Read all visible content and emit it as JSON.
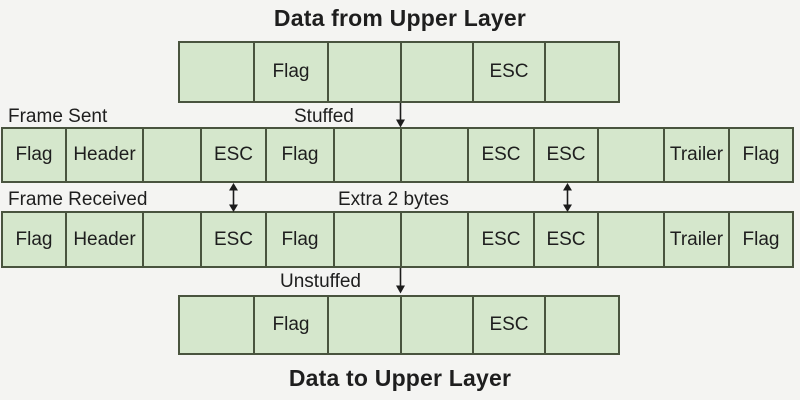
{
  "titles": {
    "top": "Data from Upper Layer",
    "bottom": "Data to Upper Layer"
  },
  "labels": {
    "frame_sent": "Frame Sent",
    "stuffed": "Stuffed",
    "frame_received": "Frame Received",
    "extra_bytes": "Extra 2 bytes",
    "unstuffed": "Unstuffed"
  },
  "rows": [
    {
      "name": "upper-layer-data",
      "cells": [
        "",
        "Flag",
        "",
        "",
        "ESC",
        ""
      ]
    },
    {
      "name": "frame-sent",
      "cells": [
        "Flag",
        "Header",
        "",
        "ESC",
        "Flag",
        "",
        "",
        "ESC",
        "ESC",
        "",
        "Trailer",
        "Flag"
      ]
    },
    {
      "name": "frame-received",
      "cells": [
        "Flag",
        "Header",
        "",
        "ESC",
        "Flag",
        "",
        "",
        "ESC",
        "ESC",
        "",
        "Trailer",
        "Flag"
      ]
    },
    {
      "name": "lower-layer-data",
      "cells": [
        "",
        "Flag",
        "",
        "",
        "ESC",
        ""
      ]
    }
  ],
  "colors": {
    "background": "#f4f4f2",
    "cell_fill": "#d5e7cc",
    "cell_border": "#49543e",
    "text": "#1e1e1e",
    "arrow": "#1c1c1c"
  }
}
